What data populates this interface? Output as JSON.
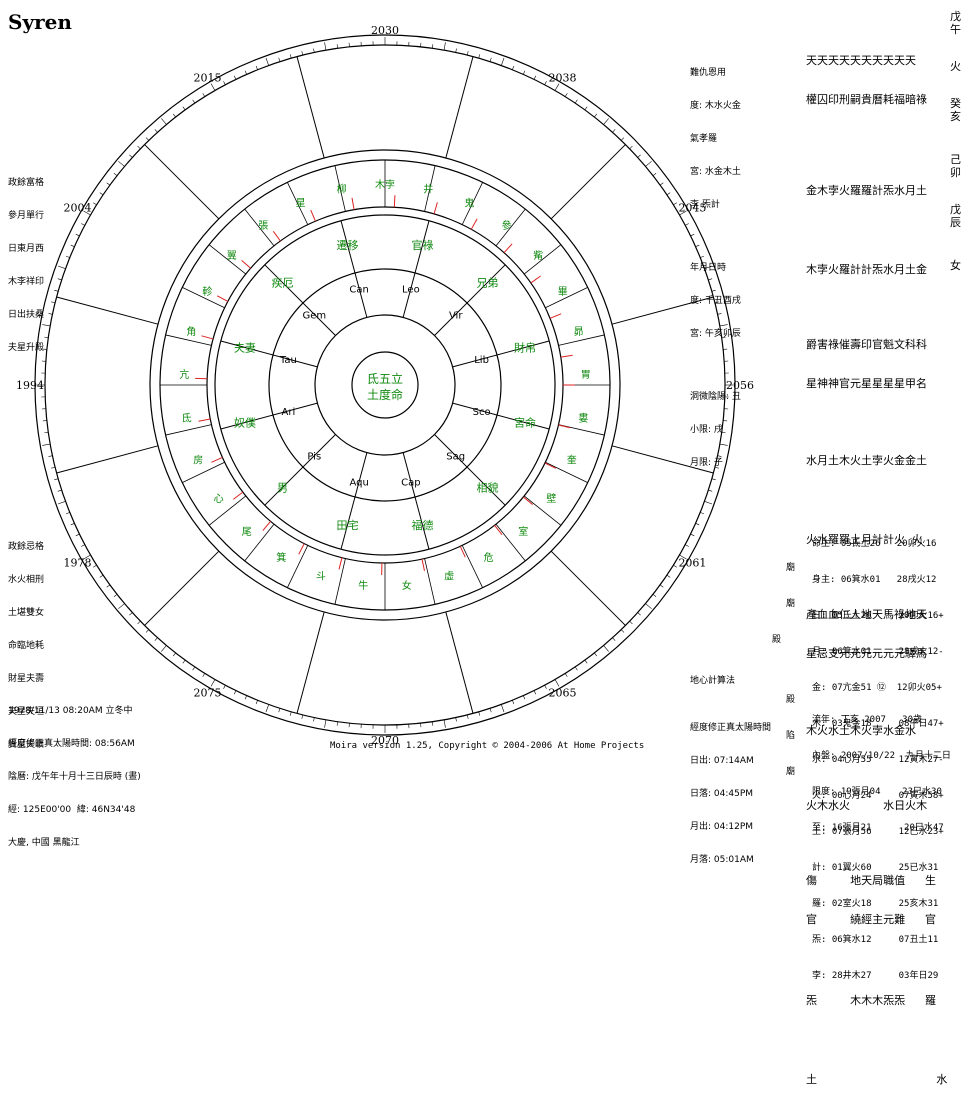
{
  "app_title": "Syren",
  "copyright": "Moira version 1.25, Copyright © 2004-2006 At Home Projects",
  "year_labels": [
    "2030",
    "2038",
    "2045",
    "2056",
    "2061",
    "2065",
    "2070",
    "2075",
    "1978",
    "1994",
    "2004",
    "2015"
  ],
  "top_left_block": [
    "政餘富格",
    "參月單行",
    "日東月西",
    "木李祥印",
    "日出扶桑",
    "夫星升殿"
  ],
  "mid_left_block": [
    "政餘忌格",
    "水火相刑",
    "土堪雙女",
    "命臨地耗",
    "財星夫壽",
    "夫星夫垣",
    "貴星夫曠"
  ],
  "bottom_left_block": [
    "1978/11/13 08:20AM 立冬中",
    "經度修正真太陽時間: 08:56AM",
    "陰曆: 戊午年十月十三日辰時 (晝)",
    "經: 125E00'00  緯: 46N34'48",
    "大慶, 中國 黑龍江"
  ],
  "top_right_small": [
    "難仇恩用",
    "度: 木水火金",
    "氣孝羅",
    "宮: 水金木土",
    "李 炁計",
    "年月日時",
    "度: 千丑酉戌",
    "宮: 午亥卯辰",
    "洞微陰陽: 丑",
    "小限: 戌",
    "月限: 子"
  ],
  "bottom_mid_block": {
    "heading": "地心計算法",
    "sun_heading": "經度修正真太陽時間",
    "rows": [
      "日出: 07:14AM",
      "日落: 04:45PM",
      "月出: 04:12PM",
      "月落: 05:01AM"
    ]
  },
  "right_panel": {
    "top_rows": [
      "天天天天天天天天天天",
      "權囚印刑嗣貴曆耗福暗祿",
      "金木孛火羅羅計炁水月土",
      "木孛火羅計計炁水月土金",
      "爵害祿催壽印官魁文科科",
      "星神神官元星星星星甲名",
      "水月土木火土孛火金金土",
      "火水羅羅土月計計火 火",
      "產血血仁人地天馬祿地天",
      "星忌支元元元元元元驛馬",
      "木火水土木火孛水金水",
      "火木水火     水日火木",
      "傷     地天局職值   生",
      "官     繞經主元難   官",
      "炁     木木木炁炁   羅",
      "土                  水"
    ],
    "side_labels": [
      "戊",
      "午",
      "火",
      "癸",
      "亥",
      "己",
      "卯",
      "戊",
      "辰",
      "女"
    ],
    "planets": [
      "命主: 05氐土26   20卯火16",
      "身主: 06箕水01   28戌火12",
      "日: 05氐土26     20卯火16+",
      "月: 06箕水01     28戌火12-",
      "金: 07亢金51 ⑫  12卯火05+",
      "木: 03鬼金18     08午日47+",
      "水: 04心月55     12寅木27-",
      "火: 00心月24     07寅木58+",
      "土: 07張月56     12巳水23+",
      "計: 01翼火60     25已水31",
      "羅: 02室火18     25亥木31",
      "炁: 06箕水12     07丑土11",
      "孛: 28井木27     03年日29"
    ],
    "planet_marks": [
      "廟",
      "廟",
      "殿",
      "殿",
      "陷",
      "廟"
    ],
    "age_rows": [
      "流年: 丁亥 2007   30歲",
      "內盤: 2007/10/22  九月十二日",
      "限度: 19張月04    23巳水30",
      "至: 16張月21      20巳水47"
    ]
  },
  "chart_center": {
    "line1": "氐五立",
    "line2": "土度命"
  },
  "signs": [
    "Leo",
    "Can",
    "Gem",
    "Tau",
    "Ari",
    "Pis",
    "Aqu",
    "Cap",
    "Sag",
    "Sco",
    "Lib",
    "Vir"
  ],
  "palaces": [
    "官祿",
    "遷移",
    "疾厄",
    "夫妻",
    "奴僕",
    "男",
    "田宅",
    "福德",
    "相貌",
    "宮命",
    "財帛",
    "兄弟"
  ],
  "ring_labels": [
    "木孛",
    "井",
    "鬼",
    "參",
    "觜",
    "畢",
    "昴",
    "胃",
    "婁",
    "奎",
    "壁",
    "室",
    "危",
    "虛",
    "女",
    "牛",
    "斗",
    "箕",
    "尾",
    "心",
    "房",
    "氐",
    "亢",
    "角",
    "軫",
    "翼",
    "張",
    "星",
    "柳"
  ]
}
